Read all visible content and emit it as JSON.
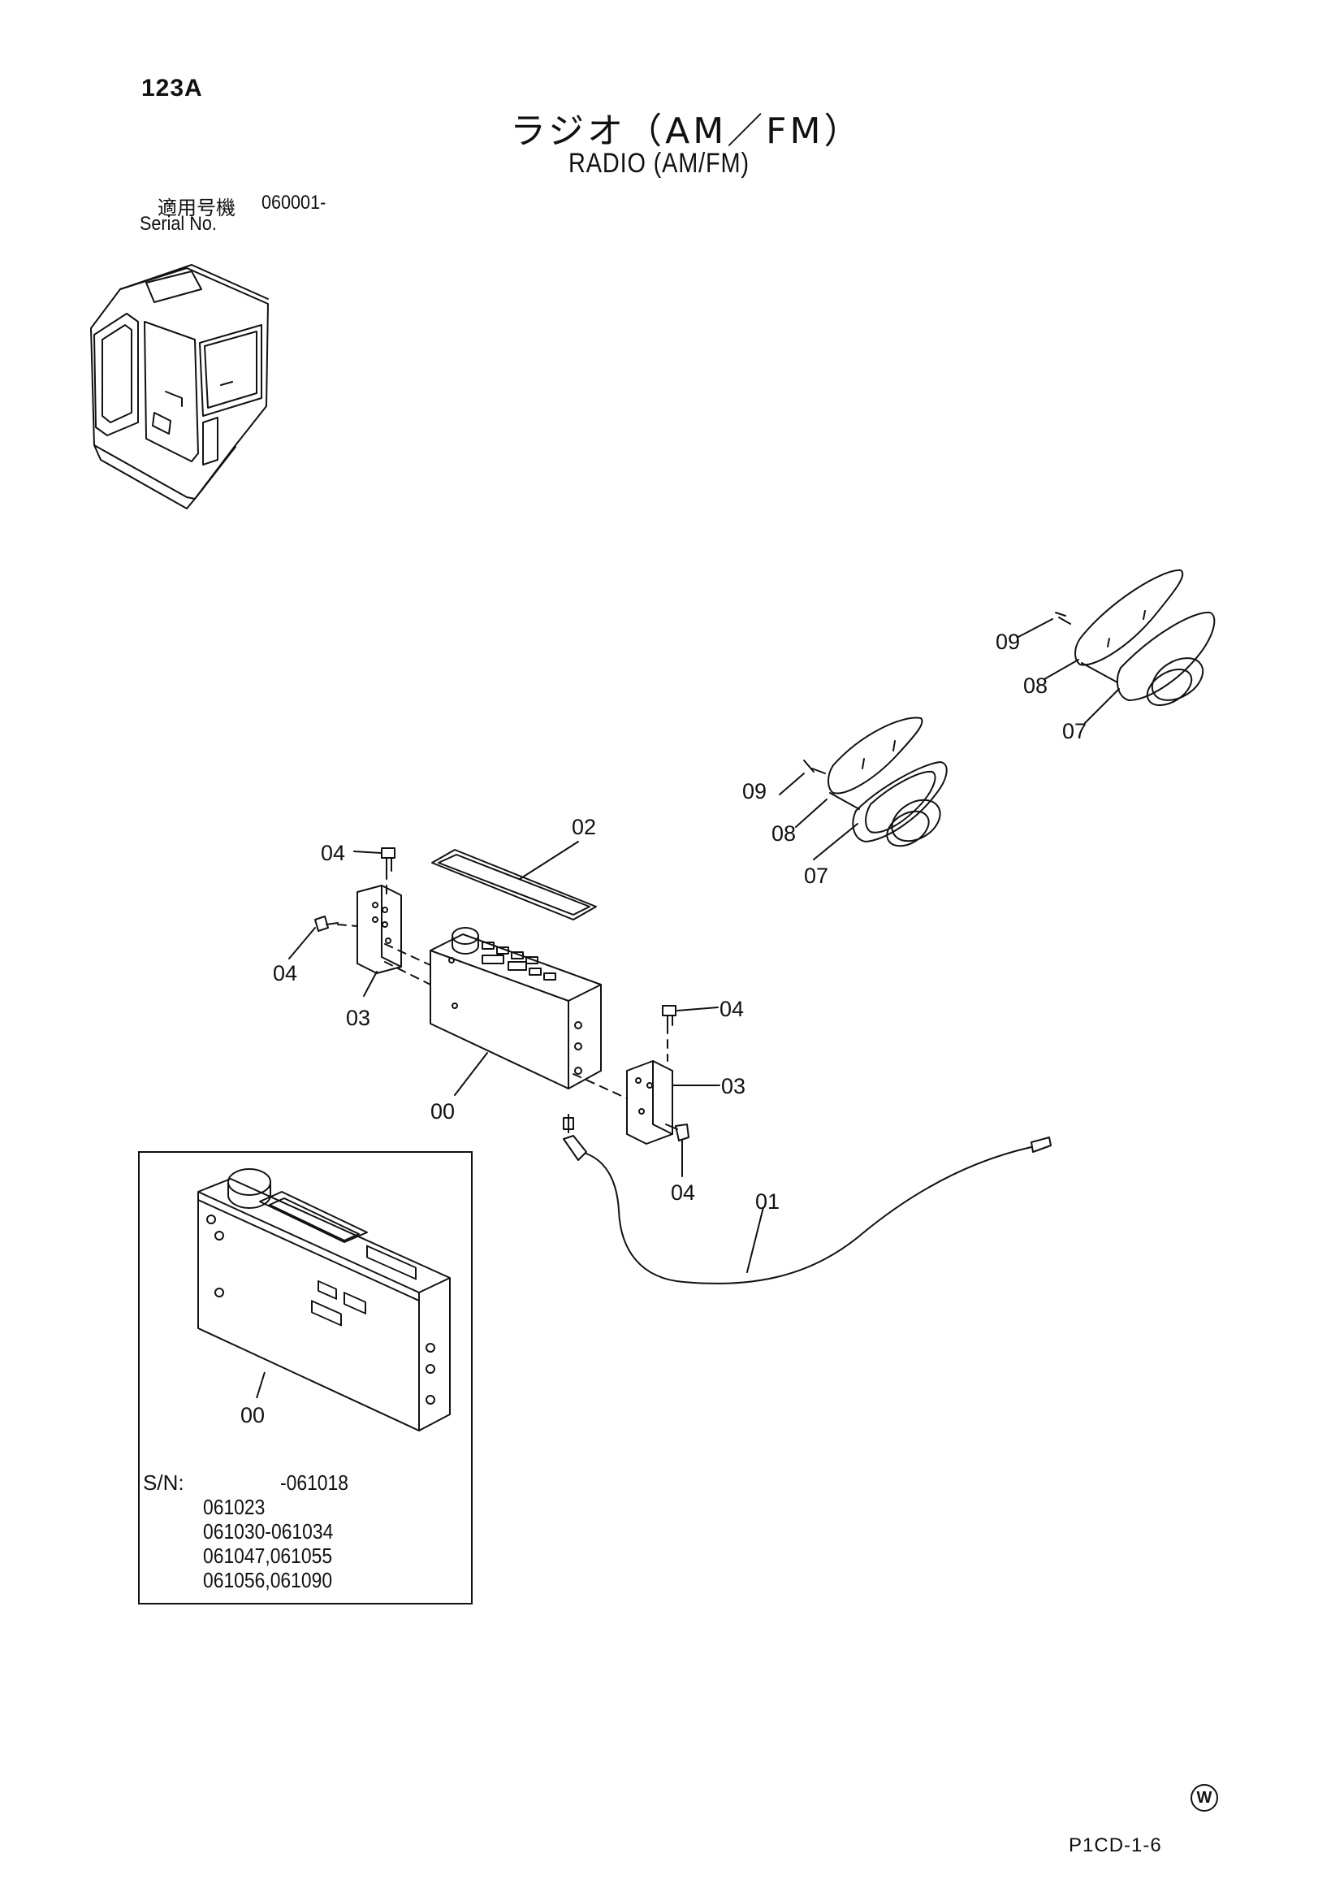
{
  "header": {
    "page_number": "123A",
    "title_ja": "ラジオ（AM／FM）",
    "title_en": "RADIO (AM/FM)",
    "serial_label_ja": "適用号機",
    "serial_value": "060001-",
    "serial_label_en": "Serial No."
  },
  "callouts": {
    "radio": "00",
    "antenna": "01",
    "cover": "02",
    "bracket": "03",
    "bolt": "04",
    "speaker": "07",
    "grille": "08",
    "screw": "09"
  },
  "inset": {
    "part_label": "00",
    "sn_label": "S/N:",
    "sn_values": [
      "-061018",
      "061023",
      "061030-061034",
      "061047,061055",
      "061056,061090"
    ]
  },
  "footer": {
    "w_mark": "W",
    "doc_code": "P1CD-1-6"
  }
}
